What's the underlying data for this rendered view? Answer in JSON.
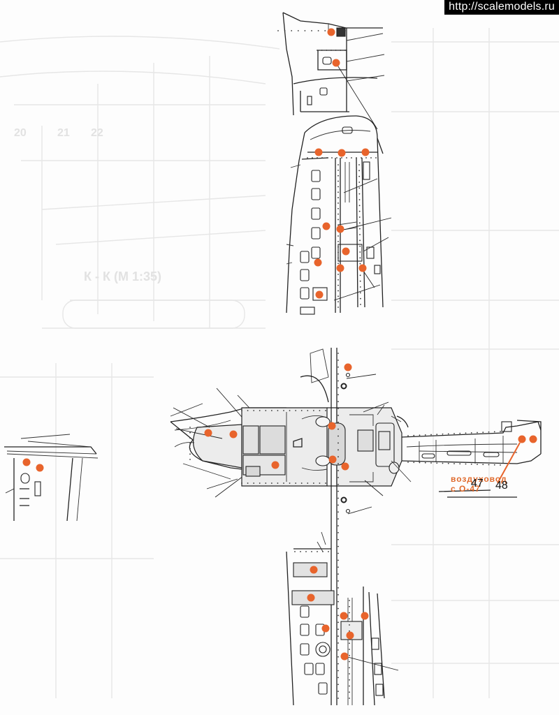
{
  "watermark": "http://scalemodels.ru",
  "callout": {
    "line1": "воздуховод",
    "line2": "с О-47"
  },
  "part_numbers": [
    "47",
    "48"
  ],
  "colors": {
    "marker": "#e8642c",
    "line": "#222222",
    "panel_fill": "#ececec",
    "ghost": "#e6e6e6"
  },
  "background_ghost_text": [
    "К - К (М 1:35)",
    "20",
    "21",
    "22"
  ]
}
